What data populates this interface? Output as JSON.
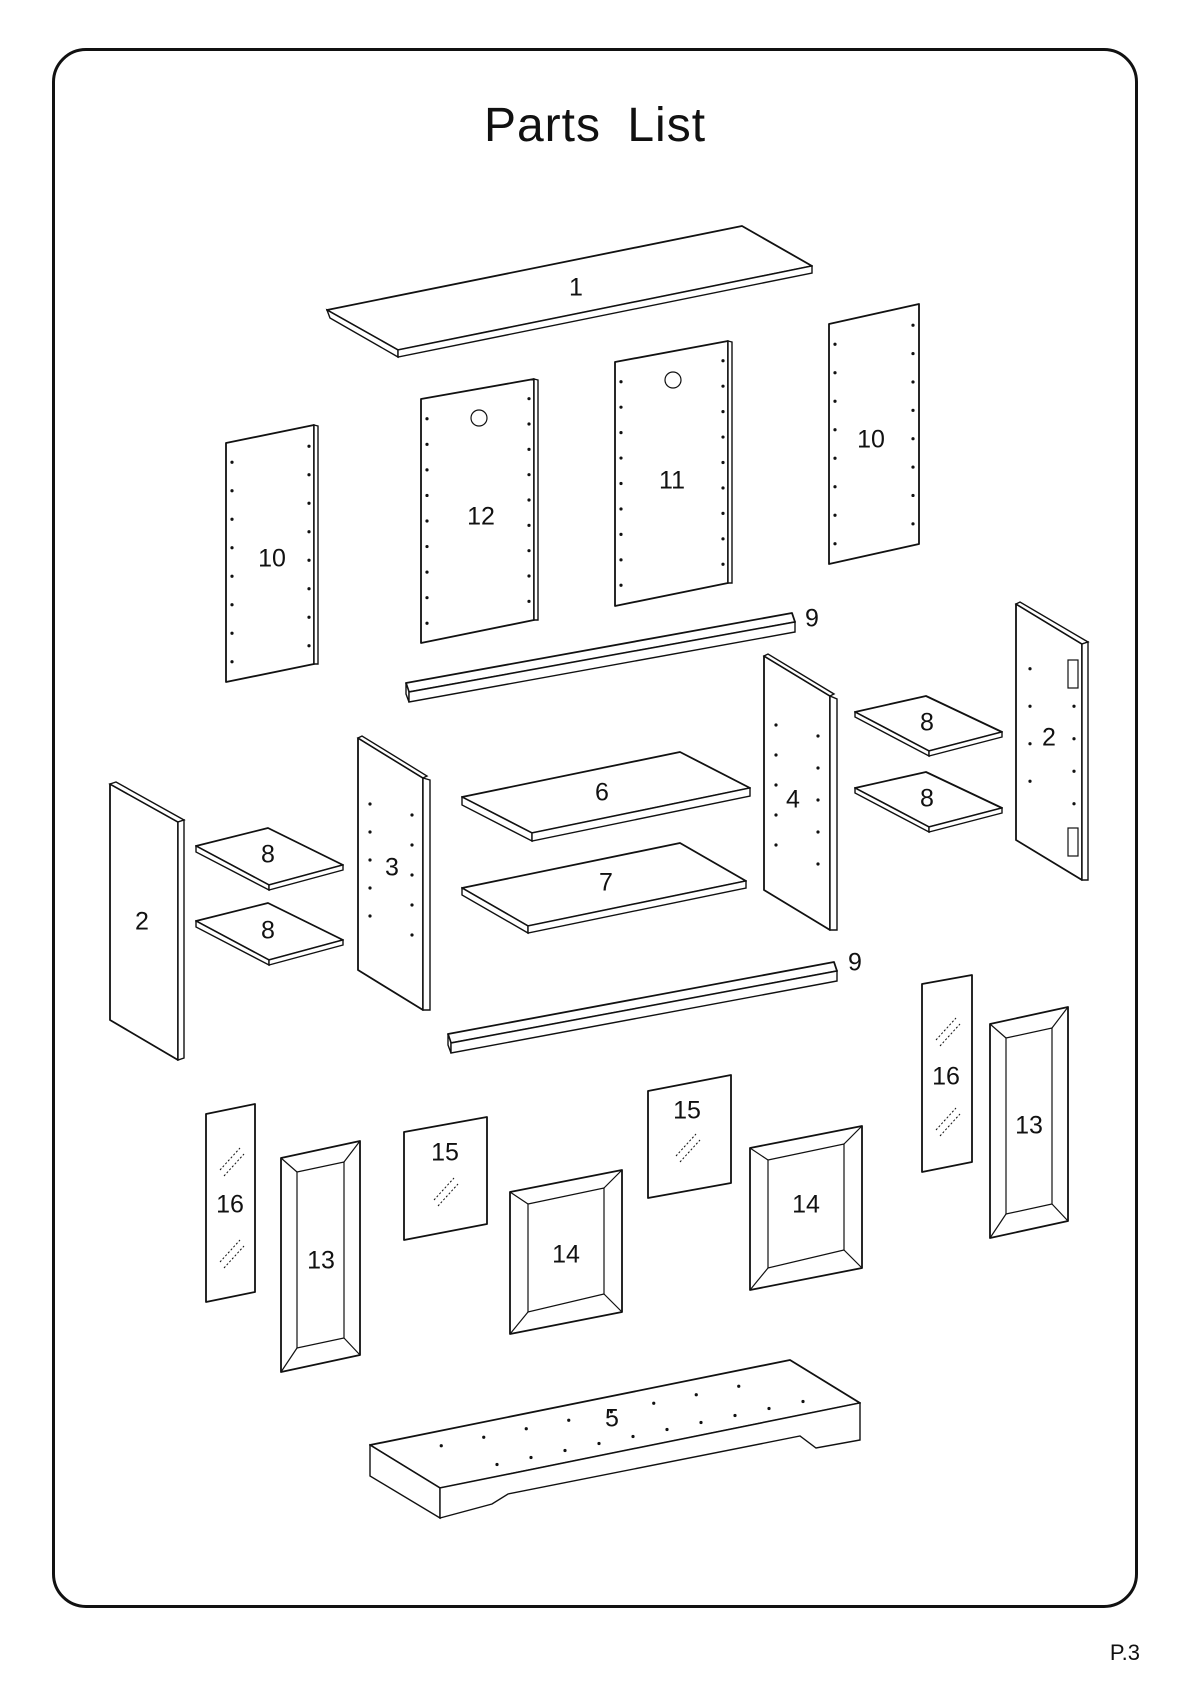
{
  "title": "Parts  List",
  "page_number": "P.3",
  "part_labels": {
    "p1": "1",
    "p2a": "2",
    "p2b": "2",
    "p3": "3",
    "p4": "4",
    "p5": "5",
    "p6": "6",
    "p7": "7",
    "p8a": "8",
    "p8b": "8",
    "p8c": "8",
    "p8d": "8",
    "p9a": "9",
    "p9b": "9",
    "p10a": "10",
    "p10b": "10",
    "p11": "11",
    "p12": "12",
    "p13a": "13",
    "p13b": "13",
    "p14a": "14",
    "p14b": "14",
    "p15a": "15",
    "p15b": "15",
    "p16a": "16",
    "p16b": "16"
  }
}
